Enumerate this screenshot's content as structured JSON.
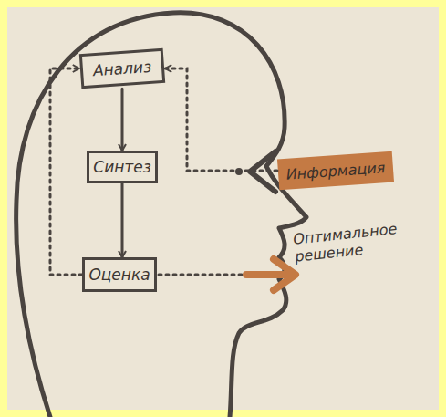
{
  "diagram": {
    "nodes": [
      {
        "text": [
          "Анализ"
        ]
      },
      {
        "text": [
          "Синтез"
        ]
      },
      {
        "text": [
          "Оценка"
        ]
      },
      {
        "text": [
          "Информация"
        ]
      }
    ],
    "edges": [
      {
        "from": 0,
        "to": 1,
        "arrow": "to"
      },
      {
        "from": 1,
        "to": 2,
        "arrow": "to"
      },
      {
        "from": 2,
        "to": 0,
        "arrow": "to"
      },
      {
        "from": 3,
        "to": 0,
        "arrow": "to"
      }
    ],
    "labels": [
      "Оптимальное решение"
    ]
  }
}
